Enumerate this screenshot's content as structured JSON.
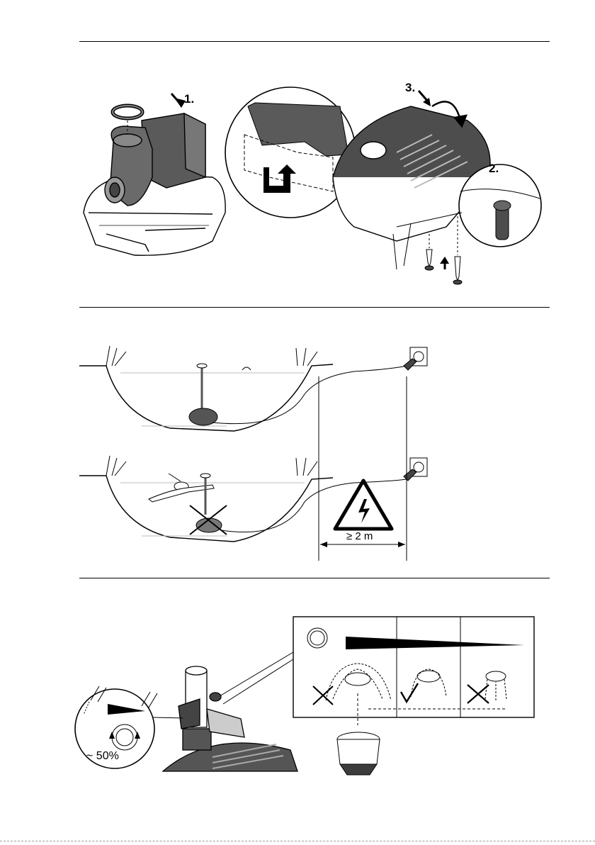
{
  "section1": {
    "step_labels": [
      "1.",
      "2.",
      "3."
    ]
  },
  "section2": {
    "distance_label": "≥ 2 m"
  },
  "section3": {
    "flow_label": "~ 50%"
  },
  "colors": {
    "line": "#000000",
    "housing_dark": "#4a4a4a",
    "housing_mid": "#8a8a8a",
    "water_line": "#bdbdbd"
  },
  "icons": [
    "sealing-ring-icon",
    "push-arrow-icon",
    "rotate-arrow-icon",
    "screw-icon",
    "electric-hazard-icon",
    "check-mark-icon",
    "cross-mark-icon",
    "adjust-knob-icon"
  ]
}
